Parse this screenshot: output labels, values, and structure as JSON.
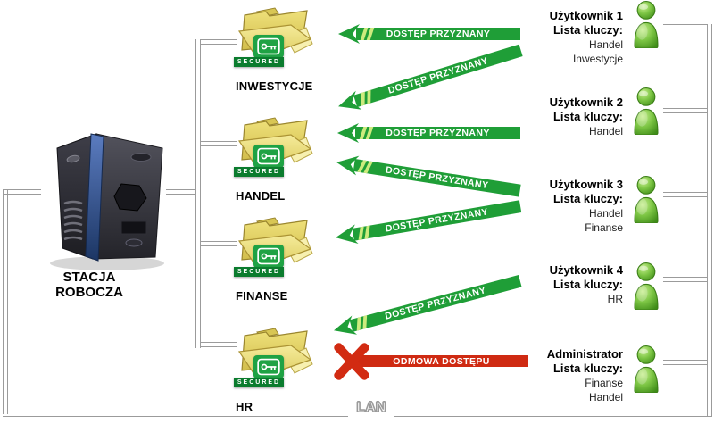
{
  "workstation": {
    "label_line1": "STACJA",
    "label_line2": "ROBOCZA"
  },
  "lan": {
    "label": "LAN"
  },
  "folders": [
    {
      "label": "INWESTYCJE",
      "badge": "SECURED"
    },
    {
      "label": "HANDEL",
      "badge": "SECURED"
    },
    {
      "label": "FINANSE",
      "badge": "SECURED"
    },
    {
      "label": "HR",
      "badge": "SECURED"
    }
  ],
  "users": [
    {
      "name": "Użytkownik 1",
      "keys_label": "Lista kluczy:",
      "keys": [
        "Handel",
        "Inwestycje"
      ]
    },
    {
      "name": "Użytkownik 2",
      "keys_label": "Lista kluczy:",
      "keys": [
        "Handel"
      ]
    },
    {
      "name": "Użytkownik 3",
      "keys_label": "Lista kluczy:",
      "keys": [
        "Handel",
        "Finanse"
      ]
    },
    {
      "name": "Użytkownik 4",
      "keys_label": "Lista kluczy:",
      "keys": [
        "HR"
      ]
    },
    {
      "name": "Administrator",
      "keys_label": "Lista kluczy:",
      "keys": [
        "Finanse",
        "Handel"
      ]
    }
  ],
  "arrows": [
    {
      "label": "DOSTĘP PRZYZNANY",
      "status": "granted",
      "from": "Użytkownik 1",
      "to": "INWESTYCJE"
    },
    {
      "label": "DOSTĘP PRZYZNANY",
      "status": "granted",
      "from": "Użytkownik 1",
      "to": "HANDEL"
    },
    {
      "label": "DOSTĘP PRZYZNANY",
      "status": "granted",
      "from": "Użytkownik 2",
      "to": "HANDEL"
    },
    {
      "label": "DOSTĘP PRZYZNANY",
      "status": "granted",
      "from": "Użytkownik 3",
      "to": "HANDEL"
    },
    {
      "label": "DOSTĘP PRZYZNANY",
      "status": "granted",
      "from": "Użytkownik 3",
      "to": "FINANSE"
    },
    {
      "label": "DOSTĘP PRZYZNANY",
      "status": "granted",
      "from": "Użytkownik 4",
      "to": "HR"
    },
    {
      "label": "ODMOWA DOSTĘPU",
      "status": "denied",
      "from": "Administrator",
      "to": "HR"
    }
  ],
  "icons": {
    "folder": "secured-folder-icon",
    "user": "person-icon",
    "key": "key-icon",
    "denied": "x-icon",
    "workstation": "pc-tower-icon"
  },
  "colors": {
    "granted_green": "#1f9e37",
    "tick_green": "#cdeb7d",
    "denied_red": "#cf2a12",
    "badge_green": "#1fa244",
    "badge_bar_green": "#0b7c2e",
    "folder_yellow": "#e8da6e",
    "person_green": "#6db33f",
    "line_gray": "#9b9b9b"
  }
}
